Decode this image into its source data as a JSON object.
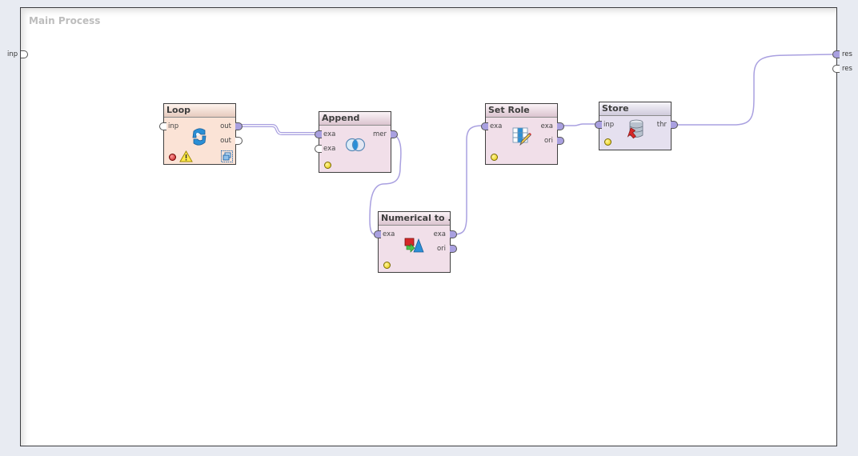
{
  "process": {
    "title": "Main Process",
    "input_ports": [
      {
        "label": "inp",
        "connected": false
      }
    ],
    "output_ports": [
      {
        "label": "res",
        "connected": true
      },
      {
        "label": "res",
        "connected": false
      }
    ]
  },
  "operators": [
    {
      "id": "loop",
      "name": "Loop",
      "icon": "loop-icon",
      "inputs": [
        {
          "label": "inp",
          "connected": false
        }
      ],
      "outputs": [
        {
          "label": "out",
          "connected": true
        },
        {
          "label": "out",
          "connected": false
        }
      ],
      "status": "error",
      "warning": true,
      "subprocess": true
    },
    {
      "id": "append",
      "name": "Append",
      "icon": "append-icon",
      "inputs": [
        {
          "label": "exa",
          "connected": true
        },
        {
          "label": "exa",
          "connected": false
        }
      ],
      "outputs": [
        {
          "label": "mer",
          "connected": true
        }
      ],
      "status": "ready"
    },
    {
      "id": "numerical-to",
      "name": "Numerical to ...",
      "icon": "numerical-to-nominal-icon",
      "inputs": [
        {
          "label": "exa",
          "connected": true
        }
      ],
      "outputs": [
        {
          "label": "exa",
          "connected": true
        },
        {
          "label": "ori",
          "connected": true
        }
      ],
      "status": "ready"
    },
    {
      "id": "set-role",
      "name": "Set Role",
      "icon": "set-role-icon",
      "inputs": [
        {
          "label": "exa",
          "connected": true
        }
      ],
      "outputs": [
        {
          "label": "exa",
          "connected": true
        },
        {
          "label": "ori",
          "connected": true
        }
      ],
      "status": "ready"
    },
    {
      "id": "store",
      "name": "Store",
      "icon": "store-icon",
      "inputs": [
        {
          "label": "inp",
          "connected": true
        }
      ],
      "outputs": [
        {
          "label": "thr",
          "connected": true
        }
      ],
      "status": "ready"
    }
  ],
  "connections": [
    {
      "from": "loop.out",
      "to": "append.exa",
      "type": "collection"
    },
    {
      "from": "append.mer",
      "to": "numerical-to.exa",
      "type": "single"
    },
    {
      "from": "numerical-to.exa",
      "to": "set-role.exa",
      "type": "single"
    },
    {
      "from": "set-role.exa",
      "to": "store.inp",
      "type": "single"
    },
    {
      "from": "store.thr",
      "to": "process.res",
      "type": "single"
    }
  ],
  "colors": {
    "wire": "#a9a0e0",
    "port_connected": "#a9a0e0",
    "loop_body": "#fbe3d6",
    "operator_body": "#f1dfe9",
    "store_body": "#e5e0ef"
  }
}
